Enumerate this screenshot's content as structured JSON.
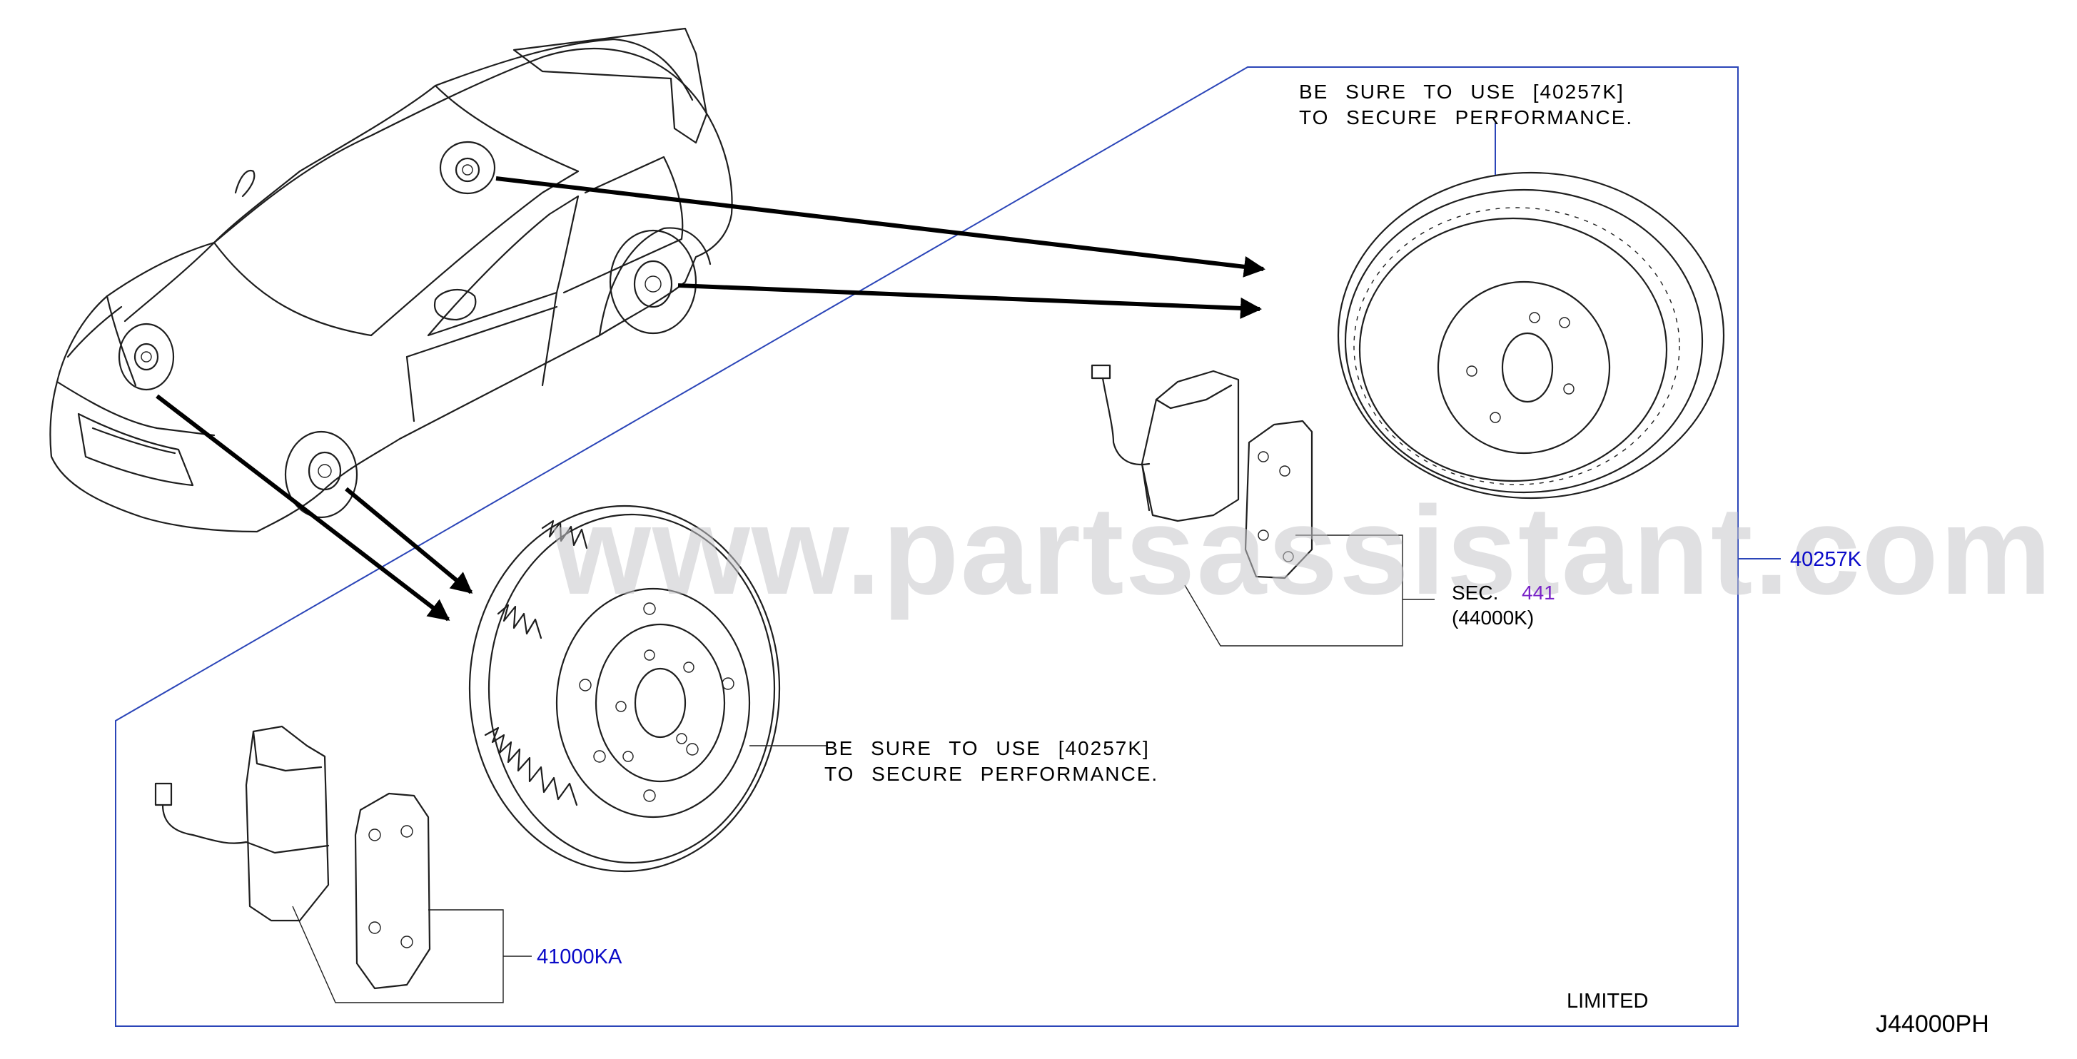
{
  "watermark": "www.partsassistant.com",
  "notes": {
    "upper_line1": "BE SURE TO USE [40257K]",
    "upper_line2": "TO SECURE PERFORMANCE.",
    "lower_line1": "BE SURE TO USE [40257K]",
    "lower_line2": "TO SECURE PERFORMANCE."
  },
  "callouts": {
    "disc_kit": "40257K",
    "pad_kit": "41000KA",
    "sec_label": "SEC.",
    "sec_number": "441",
    "sec_part": "(44000K)"
  },
  "footer": {
    "limited": "LIMITED",
    "diagram_code": "J44000PH"
  },
  "colors": {
    "callout_blue": "#0a0ac8",
    "section_purple": "#7a24c8",
    "frame_blue": "#2b45b8"
  }
}
